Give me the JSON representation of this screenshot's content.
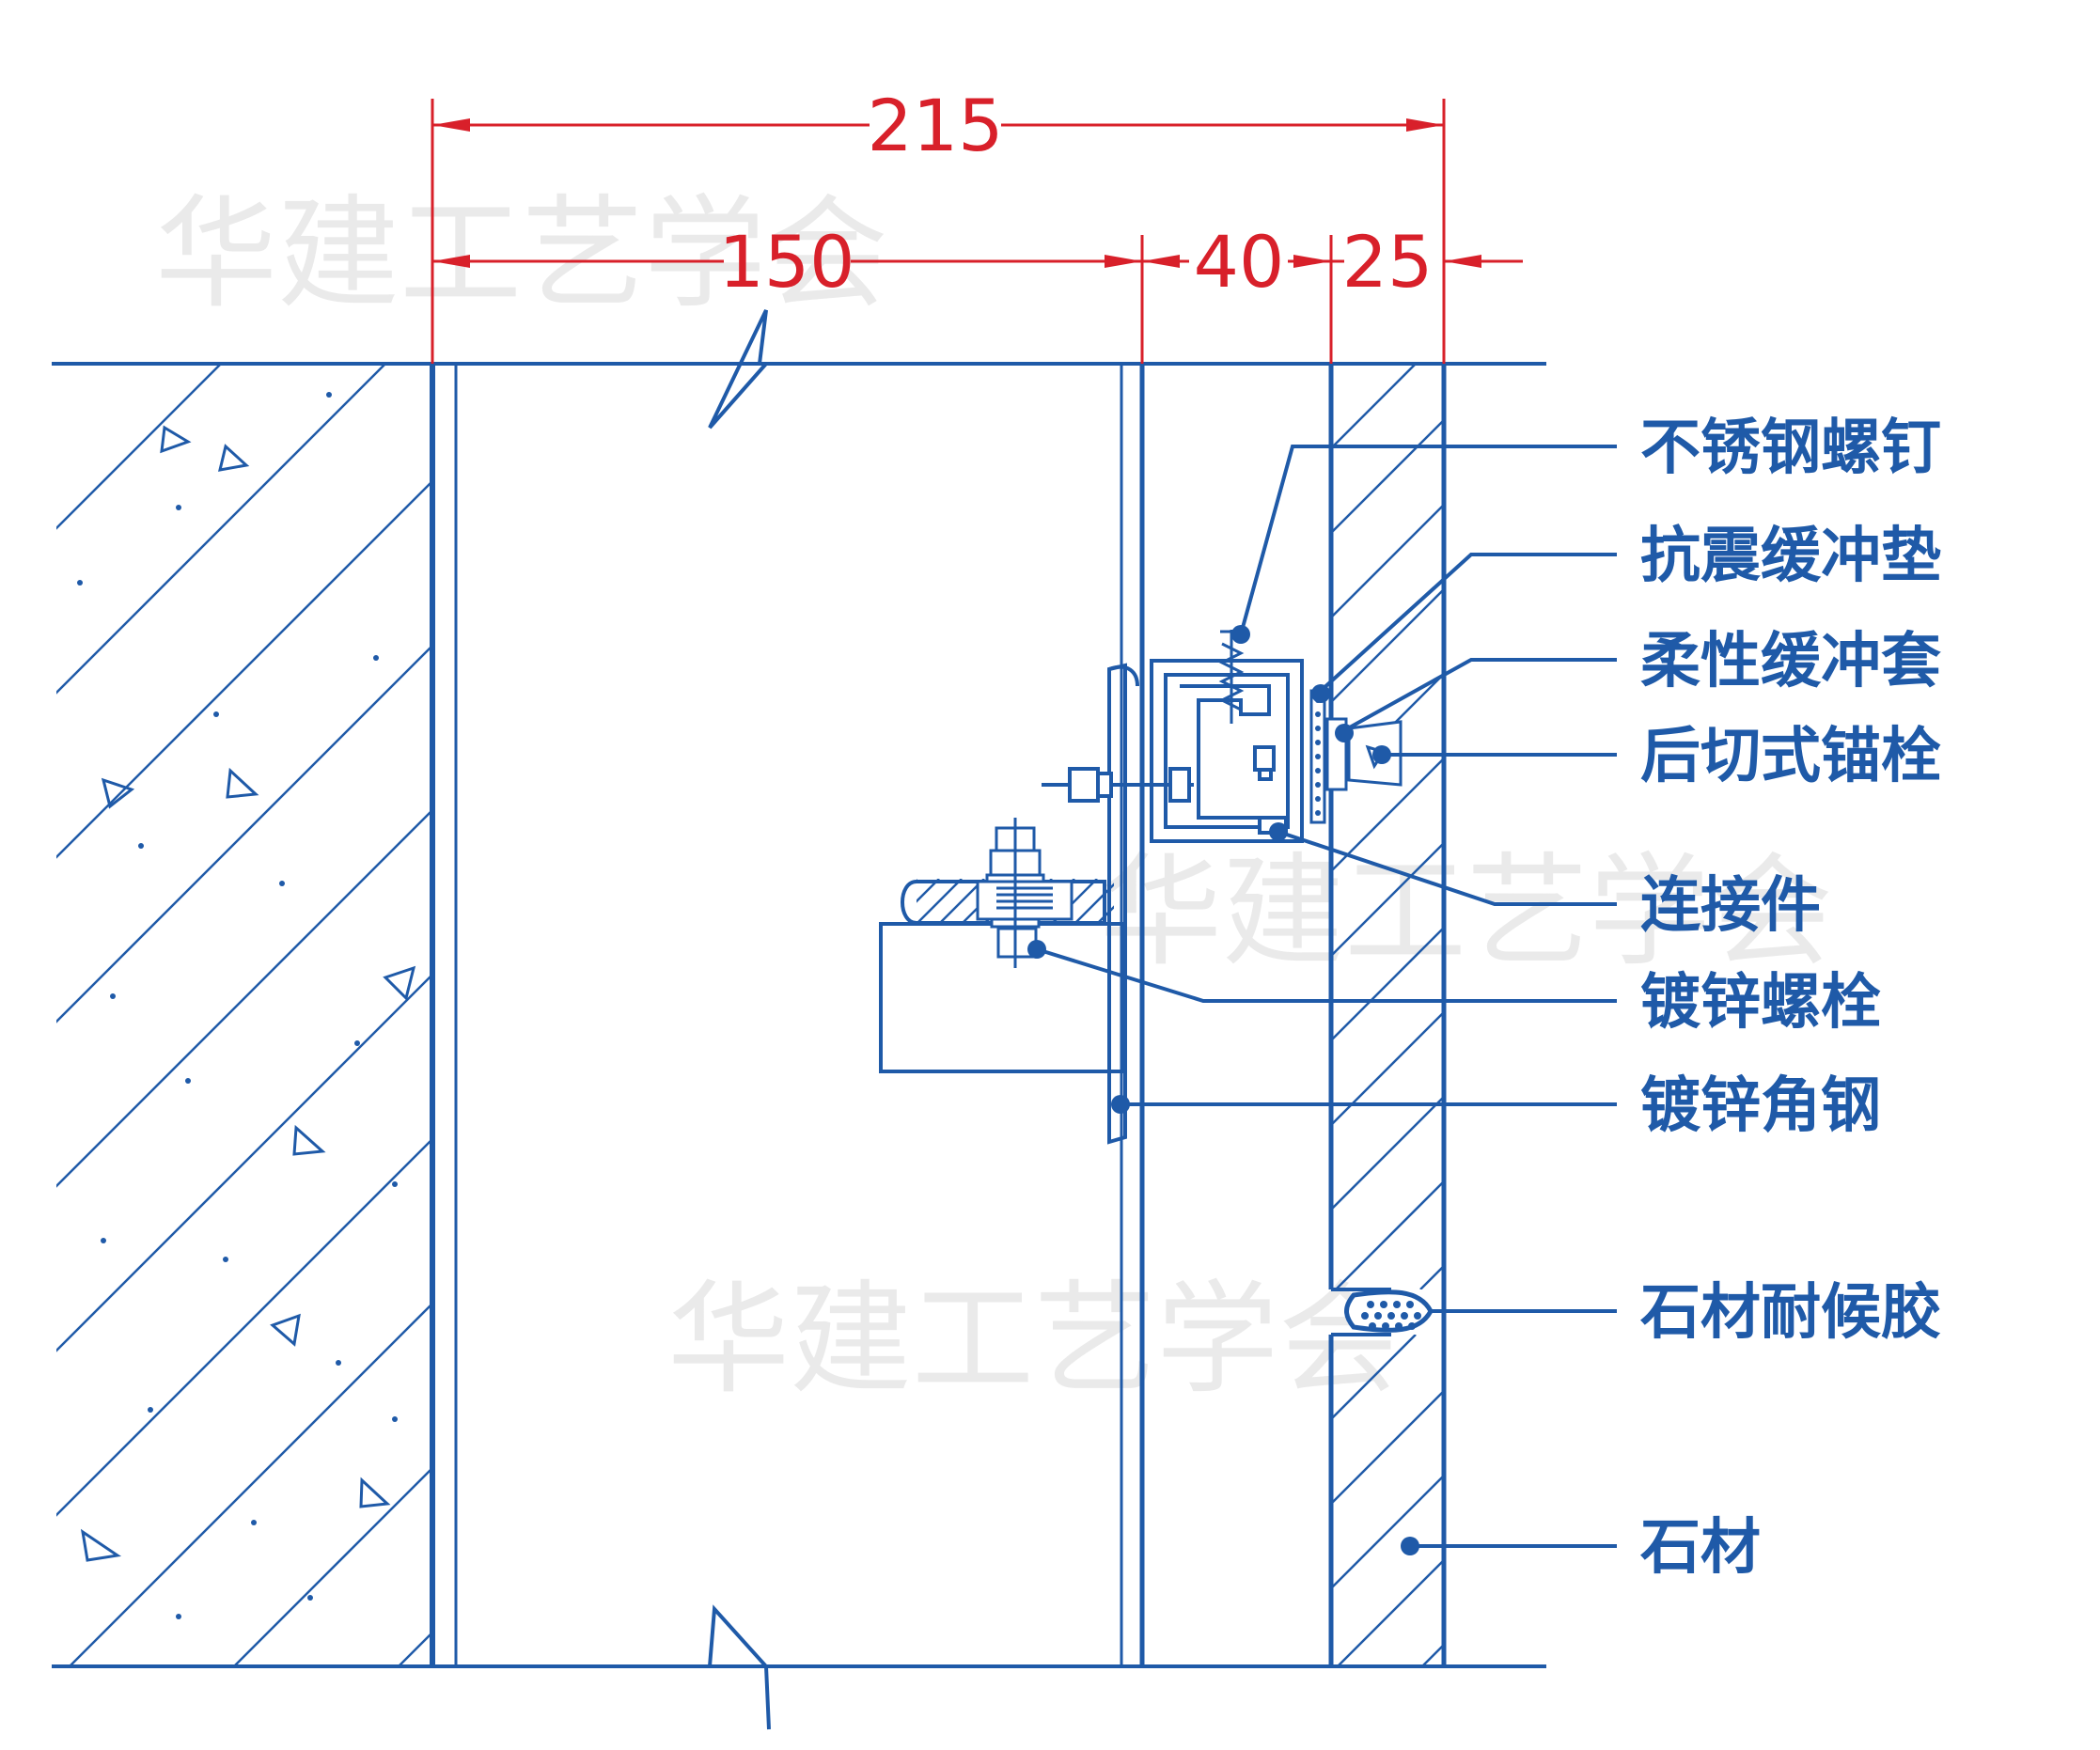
{
  "dimensions": {
    "total": "215",
    "cavity": "150",
    "bracket": "40",
    "stone": "25"
  },
  "labels": {
    "stainless_screw": "不锈钢螺钉",
    "seismic_pad": "抗震缓冲垫",
    "flexible_sleeve": "柔性缓冲套",
    "undercut_anchor": "后切式锚栓",
    "connector": "连接件",
    "galvanized_bolt": "镀锌螺栓",
    "galvanized_angle": "镀锌角钢",
    "weather_sealant": "石材耐候胶",
    "stone": "石材"
  },
  "watermark": "华建工艺学会",
  "colors": {
    "line": "#1f5aa8",
    "dimension": "#d8202a",
    "watermark": "#d9d9d9"
  }
}
